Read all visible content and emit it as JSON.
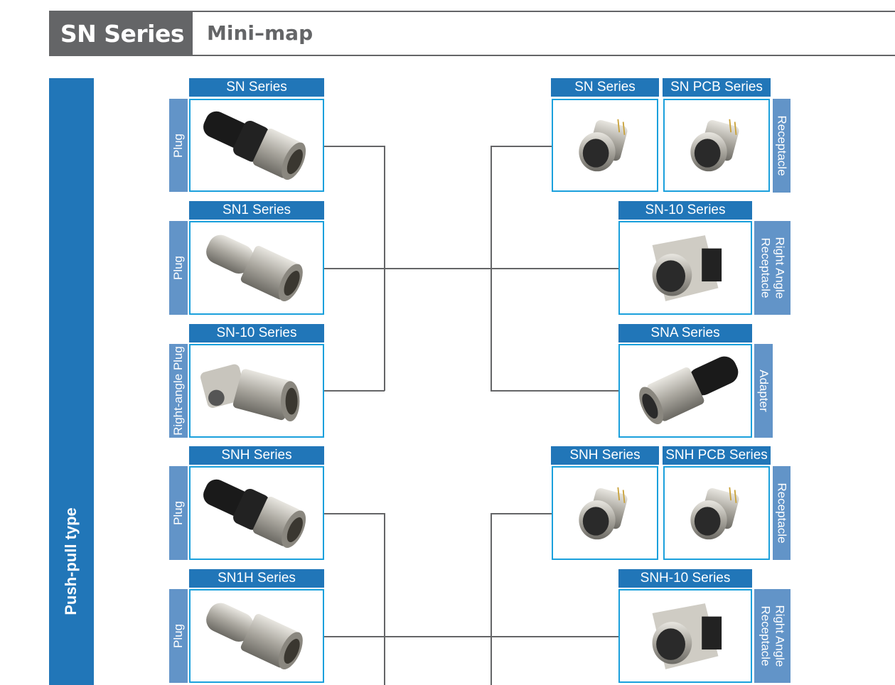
{
  "header": {
    "title": "SN Series",
    "subtitle": "Mini–map"
  },
  "category": "Push-pull type",
  "left": [
    {
      "title": "SN Series",
      "label": "Plug"
    },
    {
      "title": "SN1 Series",
      "label": "Plug"
    },
    {
      "title": "SN-10 Series",
      "label": "Right-angle Plug"
    },
    {
      "title": "SNH Series",
      "label": "Plug"
    },
    {
      "title": "SN1H Series",
      "label": "Plug"
    }
  ],
  "right": {
    "r1": {
      "titles": [
        "SN Series",
        "SN PCB Series"
      ],
      "label": "Receptacle"
    },
    "r2": {
      "title": "SN-10 Series",
      "label1": "Right Angle",
      "label2": "Receptacle"
    },
    "r3": {
      "title": "SNA Series",
      "label": "Adapter"
    },
    "r4": {
      "titles": [
        "SNH Series",
        "SNH PCB Series"
      ],
      "label": "Receptacle"
    },
    "r5": {
      "title": "SNH-10 Series",
      "label1": "Right Angle",
      "label2": "Receptacle"
    }
  }
}
